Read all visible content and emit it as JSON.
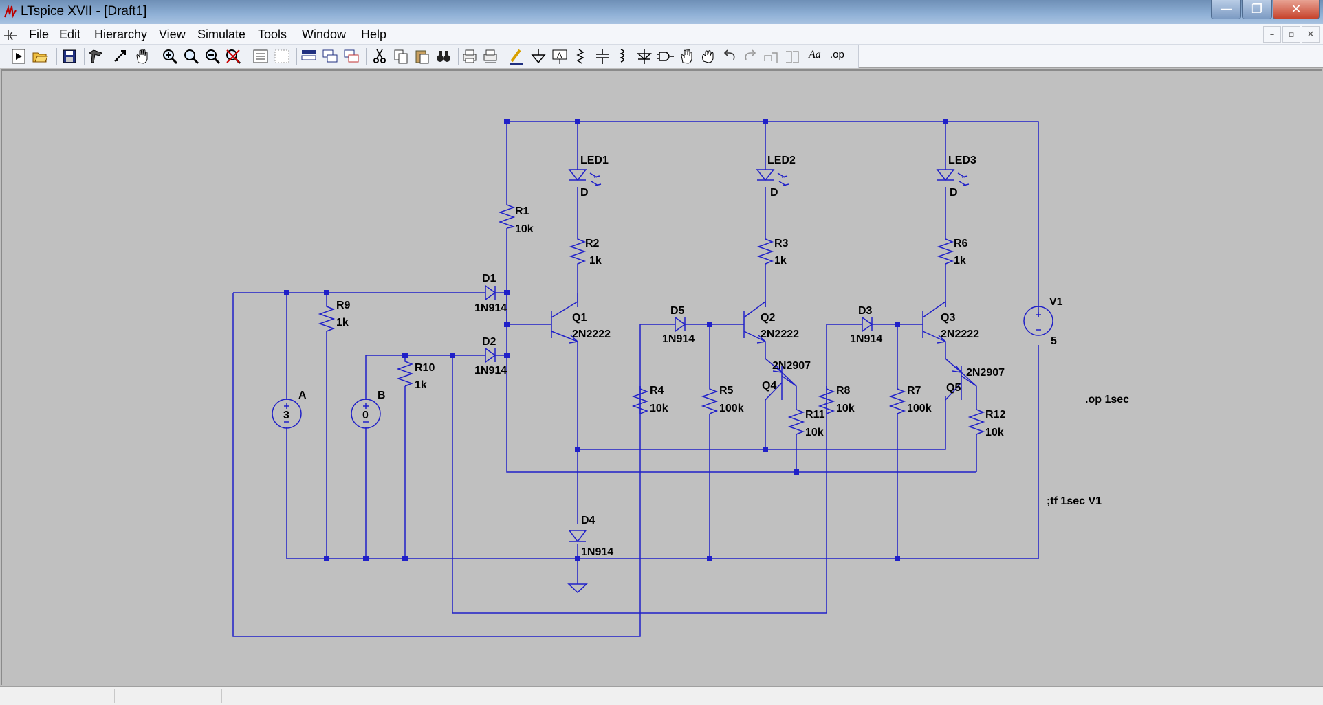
{
  "window": {
    "title": "LTspice XVII - [Draft1]",
    "buttons": {
      "minimize": "—",
      "maximize": "❐",
      "close": "✕"
    }
  },
  "menu": {
    "items": [
      "File",
      "Edit",
      "Hierarchy",
      "View",
      "Simulate",
      "Tools",
      "Window",
      "Help"
    ],
    "mdi": {
      "minimize": "–",
      "restore": "▫",
      "close": "✕"
    }
  },
  "toolbar": {
    "buttons": [
      "run",
      "open",
      "save",
      "control-panel",
      "halt",
      "pan",
      "zoom-in",
      "zoom-fit",
      "zoom-out",
      "zoom-cancel",
      "tile-vertical",
      "tile-horizontal",
      "cascade",
      "cascade-windows",
      "close-windows",
      "cut",
      "copy",
      "paste",
      "find",
      "print",
      "print-preview",
      "wire",
      "ground",
      "label-net",
      "resistor",
      "capacitor",
      "inductor",
      "diode",
      "component",
      "move",
      "drag",
      "undo",
      "redo",
      "rotate",
      "mirror",
      "text",
      "spice-directive"
    ],
    "text_label": "Aa",
    "spice_label": ".op"
  },
  "schematic": {
    "labels": {
      "LED1": "LED1",
      "LED1_model": "D",
      "LED2": "LED2",
      "LED2_model": "D",
      "LED3": "LED3",
      "LED3_model": "D",
      "R1": "R1",
      "R1_val": "10k",
      "R2": "R2",
      "R2_val": "1k",
      "R3": "R3",
      "R3_val": "1k",
      "R6": "R6",
      "R6_val": "1k",
      "D1": "D1",
      "D1_model": "1N914",
      "D2": "D2",
      "D2_model": "1N914",
      "D3": "D3",
      "D3_model": "1N914",
      "D4": "D4",
      "D4_model": "1N914",
      "D5": "D5",
      "D5_model": "1N914",
      "Q1": "Q1",
      "Q1_model": "2N2222",
      "Q2": "Q2",
      "Q2_model": "2N2222",
      "Q3": "Q3",
      "Q3_model": "2N2222",
      "Q4": "Q4",
      "Q4_model": "2N2907",
      "Q5": "Q5",
      "Q5_model": "2N2907",
      "R9": "R9",
      "R9_val": "1k",
      "R10": "R10",
      "R10_val": "1k",
      "R4": "R4",
      "R4_val": "10k",
      "R5": "R5",
      "R5_val": "100k",
      "R7": "R7",
      "R7_val": "100k",
      "R8": "R8",
      "R8_val": "10k",
      "R11": "R11",
      "R11_val": "10k",
      "R12": "R12",
      "R12_val": "10k",
      "A": "A",
      "A_val": "3",
      "B": "B",
      "B_val": "0",
      "V1": "V1",
      "V1_val": "5",
      "directive_op": ".op 1sec",
      "directive_tf": ";tf 1sec V1"
    },
    "colors": {
      "wire": "#2020c8",
      "component": "#2020c8",
      "background": "#c0c0c0",
      "text": "#000000"
    }
  }
}
